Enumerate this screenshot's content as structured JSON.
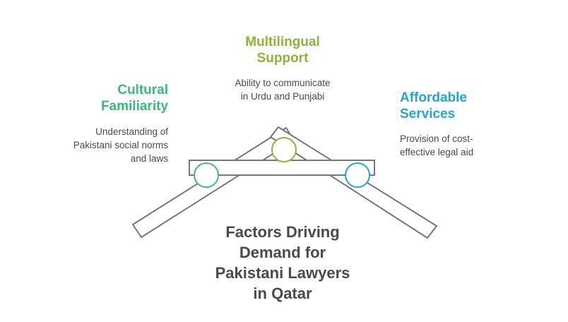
{
  "title": {
    "lines": [
      "Factors Driving",
      "Demand for",
      "Pakistani Lawyers",
      "in Qatar"
    ]
  },
  "factors": [
    {
      "title_lines": [
        "Cultural",
        "Familiarity"
      ],
      "desc_lines": [
        "Understanding of",
        "Pakistani social norms",
        "and laws"
      ],
      "color": "#3dba79"
    },
    {
      "title_lines": [
        "Multilingual",
        "Support"
      ],
      "desc_lines": [
        "Ability to communicate",
        "in Urdu and Punjabi"
      ],
      "color": "#8cb43a"
    },
    {
      "title_lines": [
        "Affordable",
        "Services"
      ],
      "desc_lines": [
        "Provision of cost-",
        "effective legal aid"
      ],
      "color": "#25a4d1"
    }
  ],
  "colors": {
    "outline": "#777777",
    "text": "#4a4a4a"
  }
}
